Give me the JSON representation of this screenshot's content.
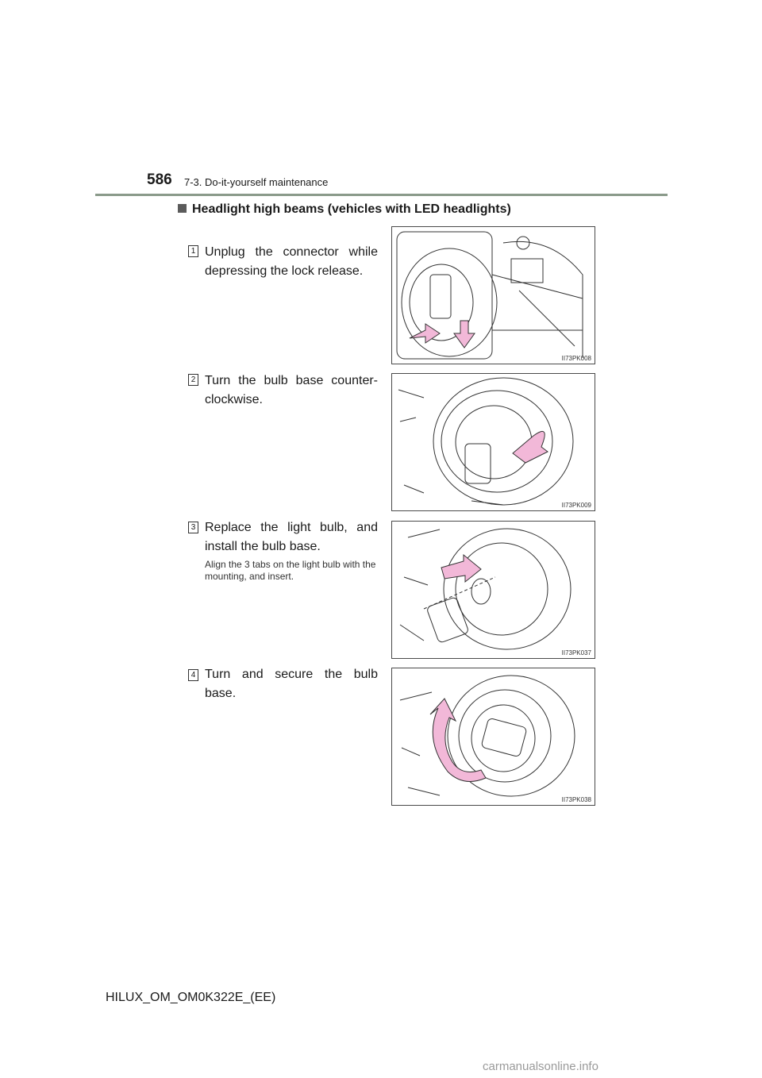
{
  "header": {
    "page_number": "586",
    "section": "7-3. Do-it-yourself maintenance"
  },
  "heading": "Headlight high beams (vehicles with LED headlights)",
  "steps": [
    {
      "number": "1",
      "text": "Unplug the connector while depressing the lock release.",
      "note": "",
      "figure_code": "II73PK008"
    },
    {
      "number": "2",
      "text": "Turn the bulb base counter-clockwise.",
      "note": "",
      "figure_code": "II73PK009"
    },
    {
      "number": "3",
      "text": "Replace the light bulb, and install the bulb base.",
      "note": "Align the 3 tabs on the light bulb with the mounting, and insert.",
      "figure_code": "II73PK037"
    },
    {
      "number": "4",
      "text": "Turn and secure the bulb base.",
      "note": "",
      "figure_code": "II73PK038"
    }
  ],
  "footer": "HILUX_OM_OM0K322E_(EE)",
  "watermark": "carmanualsonline.info",
  "colors": {
    "arrow": "#f2b8d8",
    "rule": "#8a9a8a"
  }
}
